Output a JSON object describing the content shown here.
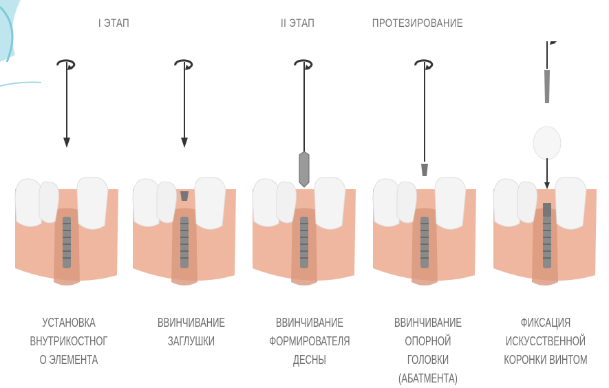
{
  "stages": [
    {
      "label": "I ЭТАП"
    },
    {
      "label": "II ЭТАП"
    },
    {
      "label": "ПРОТЕЗИРОВАНИЕ"
    }
  ],
  "steps": [
    {
      "caption": "УСТАНОВКА\nВНУТРИКОСТНОГ\nО ЭЛЕМЕНТА"
    },
    {
      "caption": "ВВИНЧИВАНИЕ\nЗАГЛУШКИ"
    },
    {
      "caption": "ВВИНЧИВАНИЕ\nФОРМИРОВАТЕЛЯ\nДЕСНЫ"
    },
    {
      "caption": "ВВИНЧИВАНИЕ\nОПОРНОЙ ГОЛОВКИ\n(АБАТМЕНТА)"
    },
    {
      "caption": "ФИКСАЦИЯ\nИСКУССТВЕННОЙ\nКОРОНКИ ВИНТОМ"
    }
  ],
  "colors": {
    "gum": "#f0b7a0",
    "bone": "#dfa28a",
    "tooth": "#f4f4f4",
    "implant": "#8a8a8a"
  }
}
